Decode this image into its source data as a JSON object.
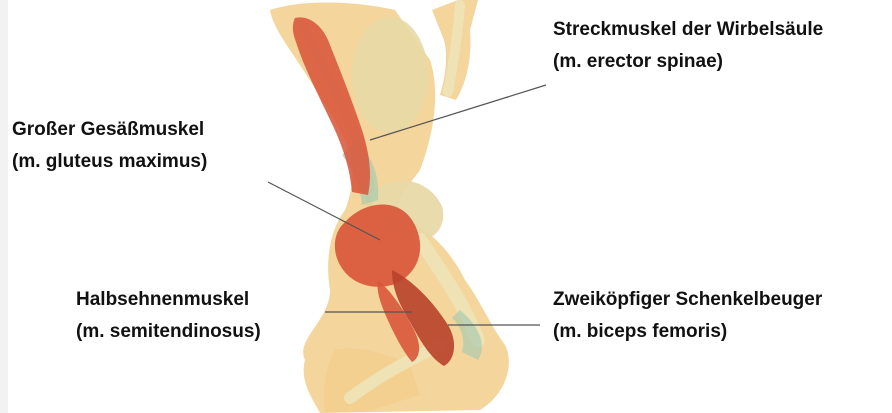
{
  "labels": {
    "erector_spinae": {
      "line1": "Streckmuskel der Wirbelsäule",
      "line2": "(m. erector spinae)"
    },
    "gluteus_maximus": {
      "line1": "Großer Gesäßmuskel",
      "line2": "(m. gluteus maximus)"
    },
    "semitendinosus": {
      "line1": "Halbsehnenmuskel",
      "line2": "(m. semitendinosus)"
    },
    "biceps_femoris": {
      "line1": "Zweiköpfiger Schenkelbeuger",
      "line2": "(m. biceps femoris)"
    }
  },
  "colors": {
    "skin": "#f3cf8e",
    "bone": "#e8d9a6",
    "muscle": "#d9573b",
    "muscle_dark": "#b8412a",
    "tendon": "#9fc9b3",
    "leader_line": "#555555"
  }
}
